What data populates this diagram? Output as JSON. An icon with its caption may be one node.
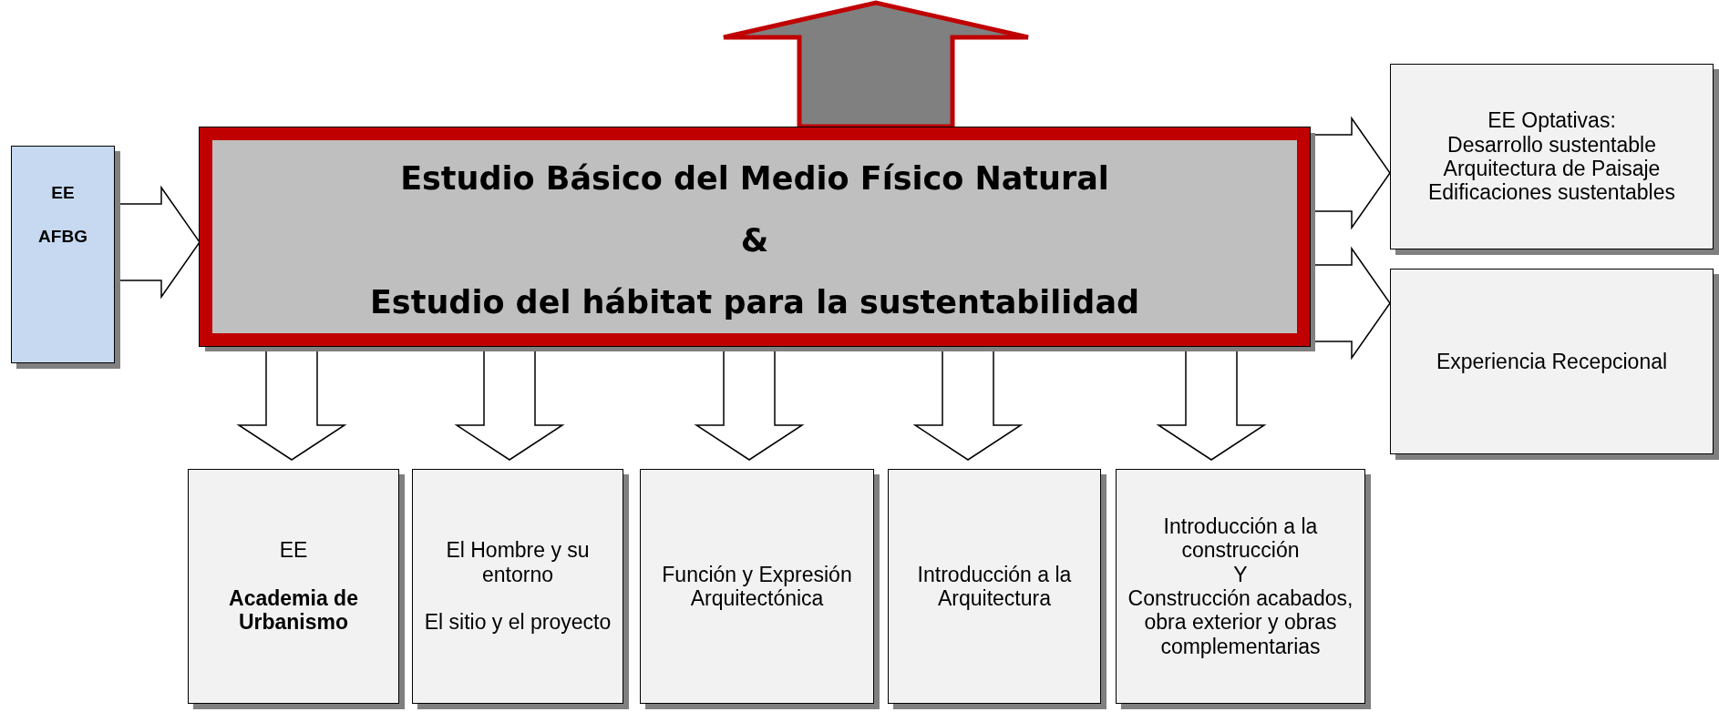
{
  "diagram": {
    "nodes": [
      {
        "text": [
          "EE",
          "AFBG"
        ]
      },
      {
        "text": [
          "Estudio Básico del Medio Físico Natural",
          "&",
          "Estudio del hábitat para la sustentabilidad"
        ]
      },
      {
        "text": [
          "EE Optativas:",
          "Desarrollo sustentable",
          "Arquitectura de Paisaje",
          "Edificaciones sustentables"
        ]
      },
      {
        "text": [
          "Experiencia Recepcional"
        ]
      },
      {
        "text": [
          "EE",
          "Academia de Urbanismo"
        ]
      },
      {
        "text": [
          "El Hombre y su entorno",
          "El sitio y el proyecto"
        ]
      },
      {
        "text": [
          "Función y Expresión Arquitectónica"
        ]
      },
      {
        "text": [
          "Introducción a la Arquitectura"
        ]
      },
      {
        "text": [
          "Introducción a la construcción",
          "Y",
          "Construcción acabados, obra exterior y obras complementarias"
        ]
      }
    ],
    "edges": [
      {
        "from": 0,
        "to": 1,
        "arrow": "to"
      },
      {
        "from": 1,
        "to": null,
        "arrow": "to",
        "color": "#c00000"
      },
      {
        "from": 1,
        "to": 2,
        "arrow": "to"
      },
      {
        "from": 1,
        "to": 3,
        "arrow": "to"
      },
      {
        "from": 1,
        "to": 4,
        "arrow": "to"
      },
      {
        "from": 1,
        "to": 5,
        "arrow": "to"
      },
      {
        "from": 1,
        "to": 6,
        "arrow": "to"
      },
      {
        "from": 1,
        "to": 7,
        "arrow": "to"
      },
      {
        "from": 1,
        "to": 8,
        "arrow": "to"
      }
    ]
  }
}
